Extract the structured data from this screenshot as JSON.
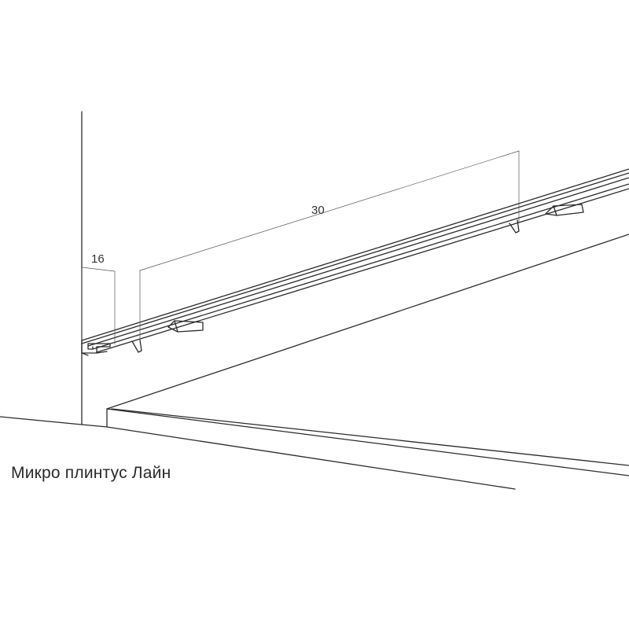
{
  "dimensions": {
    "depth_label": "16",
    "spacing_label": "30"
  },
  "caption": "Микро плинтус Лайн",
  "colors": {
    "line": "#2b2b2b",
    "dim_line": "#555555",
    "background": "#ffffff"
  }
}
